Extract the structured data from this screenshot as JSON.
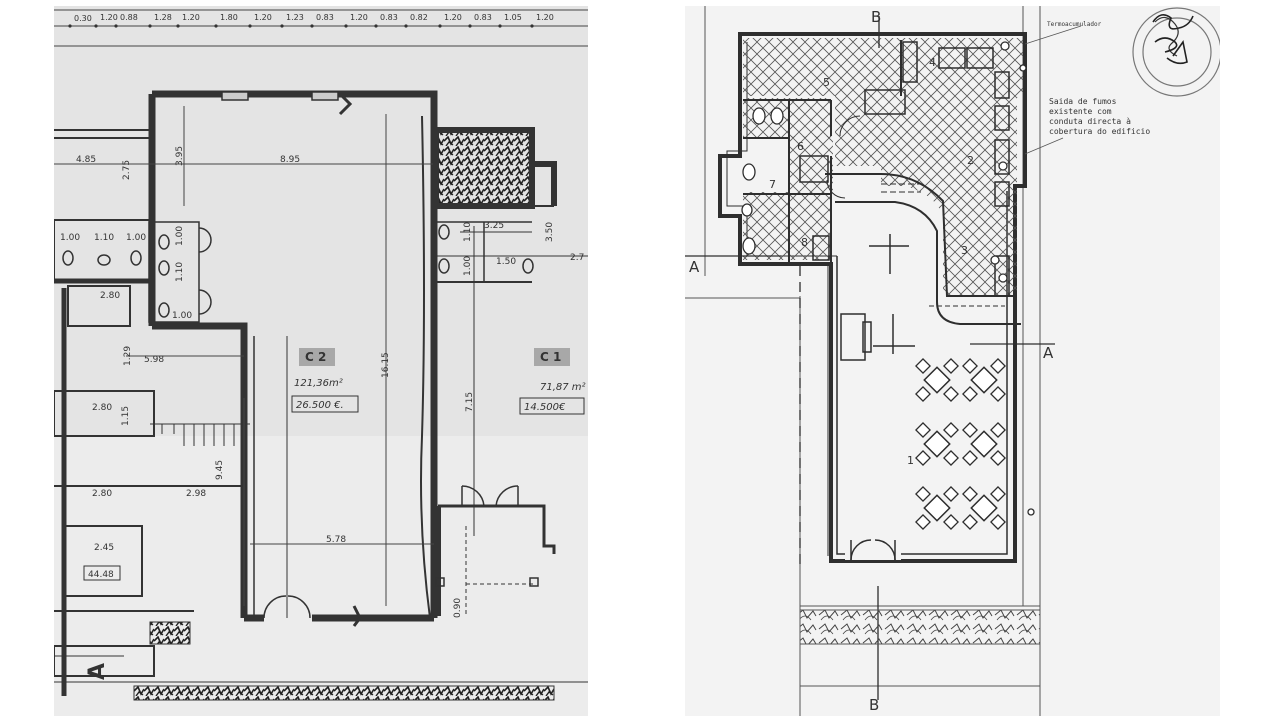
{
  "left_plan": {
    "top_dims": [
      "0.30",
      "1.20",
      "0.88",
      "1.28",
      "1.20",
      "1.80",
      "1.20",
      "1.23",
      "0.83",
      "1.20",
      "0.83",
      "0.82",
      "1.20",
      "0.83",
      "1.05",
      "1.20"
    ],
    "dims": {
      "d_4_85": "4.85",
      "d_2_75": "2.75",
      "d_3_95": "3.95",
      "d_8_95": "8.95",
      "d_1_00a": "1.00",
      "d_1_10": "1.10",
      "d_1_00b": "1.00",
      "d_1_00c": "1.00",
      "d_1_10b": "1.10",
      "d_1_00d": "1.00",
      "d_2_80a": "2.80",
      "d_1_29": "1.29",
      "d_5_98": "5.98",
      "d_2_80b": "2.80",
      "d_1_15": "1.15",
      "d_2_80c": "2.80",
      "d_2_98": "2.98",
      "d_9_45": "9.45",
      "d_2_45": "2.45",
      "d_5_78": "5.78",
      "d_16_15": "16.15",
      "d_3_25": "3.25",
      "d_3_50": "3.50",
      "d_1_10c": "1.10",
      "d_1_00e": "1.00",
      "d_1_50": "1.50",
      "d_2_7": "2.7",
      "d_7_15": "7.15",
      "d_0_90": "0.90"
    },
    "c2": {
      "label": "C 2",
      "area": "121,36m²",
      "price": "26.500 €."
    },
    "c1": {
      "label": "C 1",
      "area": "71,87 m²",
      "price": "14.500€"
    },
    "box_44": "44.48",
    "section_marker": "A"
  },
  "right_plan": {
    "section_b_top": "B",
    "section_b_bottom": "B",
    "section_a_left": "A",
    "section_a_right": "A",
    "rooms": [
      "1",
      "2",
      "3",
      "4",
      "5",
      "6",
      "7",
      "8"
    ],
    "note_heater": "Termoacumulador",
    "note_smoke": [
      "Saida de fumos",
      "existente com",
      "conduta directa à",
      "cobertura do edificio"
    ]
  },
  "colors": {
    "line": "#2e2e2e",
    "paper_left": "#e4e4e4",
    "paper_right": "#f3f3f3",
    "hatch": "#555555"
  }
}
